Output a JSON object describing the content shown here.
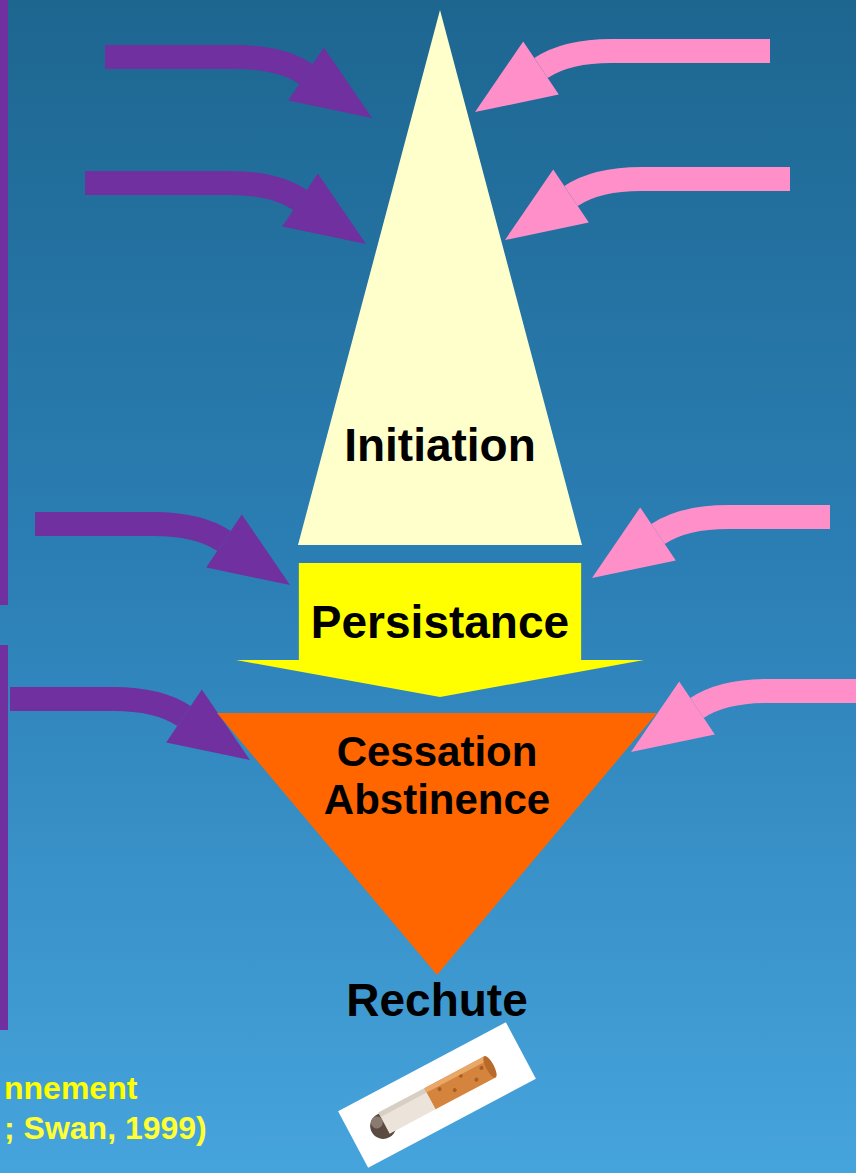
{
  "diagram": {
    "nodes": [
      {
        "text": [
          "Initiation"
        ]
      },
      {
        "text": [
          "Persistance"
        ]
      },
      {
        "text": [
          "Cessation Abstinence"
        ]
      }
    ],
    "labels": [
      "Rechute",
      "nnement",
      "; Swan, 1999)"
    ]
  }
}
